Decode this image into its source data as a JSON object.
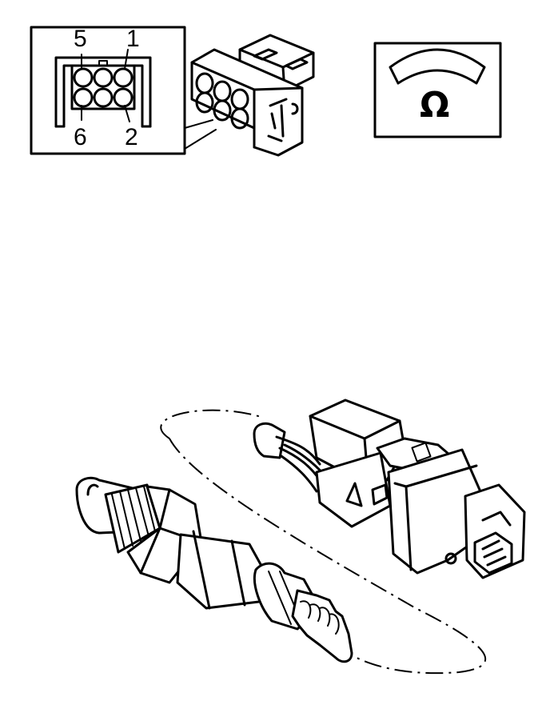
{
  "pinout": {
    "labels": {
      "top_left": "5",
      "top_right": "1",
      "bottom_left": "6",
      "bottom_right": "2"
    }
  },
  "meter": {
    "symbol": "Ω",
    "icon": "ohmmeter-icon"
  },
  "sensor": {
    "icon": "oxygen-sensor-icon",
    "connector_icon": "sensor-connector-icon"
  },
  "colors": {
    "line": "#000000",
    "background": "#ffffff"
  }
}
